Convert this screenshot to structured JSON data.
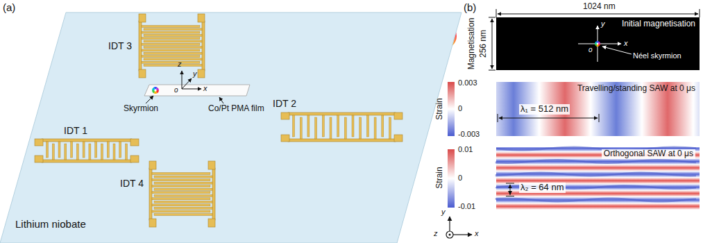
{
  "diagram": {
    "nodes": [
      {
        "text": [
          "Lithium niobate"
        ]
      },
      {
        "text": [
          "IDT 1"
        ],
        "in": 0
      },
      {
        "text": [
          "IDT 3"
        ],
        "in": 0
      },
      {
        "text": [
          "IDT 2"
        ],
        "in": 0
      },
      {
        "text": [
          "IDT 4"
        ],
        "in": 0
      },
      {
        "text": [
          "Initial magnetisation"
        ]
      },
      {
        "text": [
          "Travelling/standing SAW at 0 μs"
        ]
      },
      {
        "text": [
          "Orthogonal SAW at 0 μs"
        ]
      }
    ],
    "labels": [
      "(a)",
      "z",
      "y",
      "x",
      "o",
      "Skyrmion",
      "Co/Pt PMA film",
      "(b)",
      "1024 nm",
      "256 nm",
      "Magnetisation",
      "y",
      "x",
      "o",
      "Néel skyrmion",
      "Strain",
      "0.003",
      "0",
      "-0.003",
      "λ₁ = 512 nm",
      "Strain",
      "0.01",
      "0",
      "-0.01",
      "λ₂ = 64 nm",
      "y",
      "z",
      "x"
    ]
  }
}
